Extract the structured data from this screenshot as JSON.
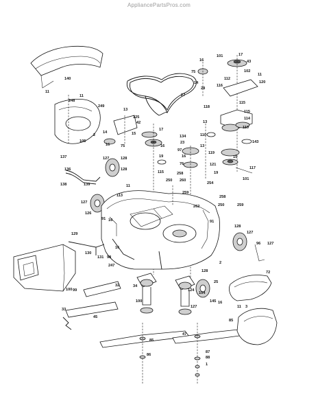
{
  "header": {
    "watermark": "AppliancePartsPros.com"
  },
  "callouts": [
    "17",
    "101",
    "43",
    "16",
    "75",
    "102",
    "11",
    "112",
    "120",
    "14",
    "116",
    "28",
    "27",
    "115",
    "114",
    "110",
    "118",
    "13",
    "110",
    "143",
    "11",
    "115",
    "140",
    "13",
    "11",
    "248",
    "249",
    "125",
    "42",
    "14",
    "15",
    "17",
    "16",
    "105",
    "75",
    "2",
    "23",
    "97",
    "13",
    "16",
    "76",
    "11",
    "115",
    "137",
    "127",
    "128",
    "19",
    "138",
    "119",
    "136",
    "121",
    "117",
    "139",
    "19",
    "101",
    "128",
    "126",
    "127",
    "91",
    "16",
    "258",
    "260",
    "250",
    "259",
    "254",
    "258",
    "262",
    "250",
    "259",
    "91",
    "128",
    "127",
    "96",
    "129",
    "130",
    "131",
    "98",
    "247",
    "127",
    "16",
    "128",
    "25",
    "104",
    "72",
    "100",
    "99",
    "32",
    "33",
    "34",
    "100",
    "45",
    "124",
    "127",
    "145",
    "85",
    "85",
    "47",
    "86",
    "87",
    "88",
    "1",
    "2",
    "11",
    "3",
    "16",
    "16",
    "15",
    "134",
    "113"
  ]
}
